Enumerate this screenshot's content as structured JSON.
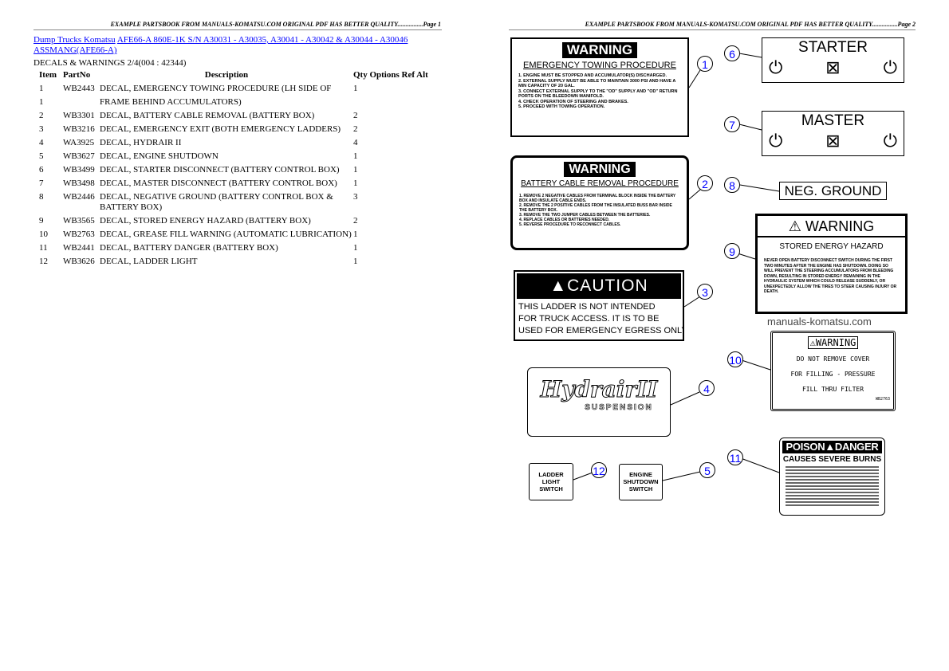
{
  "page1": {
    "header": "EXAMPLE PARTSBOOK FROM MANUALS-KOMATSU.COM ORIGINAL PDF HAS BETTER QUALITY................Page 1",
    "breadcrumb": {
      "link1": "Dump Trucks Komatsu",
      "link2": "AFE66-A 860E-1K S/N A30031 - A30035, A30041 - A30042 & A30044 - A30046 ASSMANG(AFE66-A)"
    },
    "section": "DECALS & WARNINGS 2/4(004 : 42344)",
    "columns": {
      "item": "Item",
      "partno": "PartNo",
      "description": "Description",
      "qty_opts": "Qty Options Ref Alt"
    },
    "rows": [
      {
        "item": "1",
        "partno": "WB2443",
        "description": "DECAL, EMERGENCY TOWING PROCEDURE (LH SIDE OF",
        "qty": "1"
      },
      {
        "item": "1",
        "partno": "",
        "description": "FRAME BEHIND ACCUMULATORS)",
        "qty": ""
      },
      {
        "item": "2",
        "partno": "WB3301",
        "description": "DECAL, BATTERY CABLE REMOVAL (BATTERY BOX)",
        "qty": "2"
      },
      {
        "item": "3",
        "partno": "WB3216",
        "description": "DECAL, EMERGENCY EXIT (BOTH EMERGENCY LADDERS)",
        "qty": "2"
      },
      {
        "item": "4",
        "partno": "WA3925",
        "description": "DECAL, HYDRAIR II",
        "qty": "4"
      },
      {
        "item": "5",
        "partno": "WB3627",
        "description": "DECAL, ENGINE SHUTDOWN",
        "qty": "1"
      },
      {
        "item": "6",
        "partno": "WB3499",
        "description": "DECAL, STARTER DISCONNECT (BATTERY CONTROL BOX)",
        "qty": "1"
      },
      {
        "item": "7",
        "partno": "WB3498",
        "description": "DECAL, MASTER DISCONNECT (BATTERY CONTROL BOX)",
        "qty": "1"
      },
      {
        "item": "8",
        "partno": "WB2446",
        "description": "DECAL, NEGATIVE GROUND (BATTERY CONTROL BOX & BATTERY BOX)",
        "qty": "3"
      },
      {
        "item": "9",
        "partno": "WB3565",
        "description": "DECAL, STORED ENERGY HAZARD (BATTERY BOX)",
        "qty": "2"
      },
      {
        "item": "10",
        "partno": "WB2763",
        "description": "DECAL, GREASE FILL WARNING (AUTOMATIC LUBRICATION)",
        "qty": "1"
      },
      {
        "item": "11",
        "partno": "WB2441",
        "description": "DECAL, BATTERY DANGER (BATTERY BOX)",
        "qty": "1"
      },
      {
        "item": "12",
        "partno": "WB3626",
        "description": "DECAL, LADDER LIGHT",
        "qty": "1"
      }
    ]
  },
  "page2": {
    "header": "EXAMPLE PARTSBOOK FROM MANUALS-KOMATSU.COM ORIGINAL PDF HAS BETTER QUALITY................Page 2",
    "watermark": "manuals-komatsu.com",
    "decals": {
      "d1": {
        "title": "WARNING",
        "sub": "EMERGENCY TOWING PROCEDURE",
        "lines": [
          "1. ENGINE MUST BE STOPPED AND ACCUMULATOR(S) DISCHARGED.",
          "2. EXTERNAL SUPPLY MUST BE ABLE TO MAINTAIN 3000 PSI AND HAVE A MIN CAPACITY OF 20 GAL.",
          "3. CONNECT EXTERNAL SUPPLY TO THE \"OD\" SUPPLY AND \"OD\" RETURN PORTS ON THE BLEEDOWN MANIFOLD.",
          "4. CHECK OPERATION OF STEERING AND BRAKES.",
          "5. PROCEED WITH TOWING OPERATION."
        ]
      },
      "d2": {
        "title": "WARNING",
        "sub": "BATTERY CABLE REMOVAL PROCEDURE",
        "lines": [
          "1. REMOVE 2 NEGATIVE CABLES FROM TERMINAL BLOCK INSIDE THE BATTERY BOX AND INSULATE CABLE ENDS.",
          "2. REMOVE THE 2 POSITIVE CABLES FROM THE INSULATED BUSS BAR INSIDE THE BATTERY BOX.",
          "3. REMOVE THE TWO JUMPER CABLES BETWEEN THE BATTERIES.",
          "4. REPLACE CABLES OR BATTERIES NEEDED.",
          "5. REVERSE PROCEDURE TO RECONNECT CABLES."
        ]
      },
      "d3": {
        "title": "CAUTION",
        "lines": [
          "THIS LADDER IS NOT INTENDED",
          "FOR TRUCK ACCESS.  IT IS TO BE",
          "USED FOR EMERGENCY EGRESS ONLY."
        ]
      },
      "d4": {
        "title": "HydrairII",
        "sub": "SUSPENSION"
      },
      "d5": {
        "lines": [
          "ENGINE",
          "SHUTDOWN",
          "SWITCH"
        ]
      },
      "d6": {
        "title": "STARTER"
      },
      "d7": {
        "title": "MASTER"
      },
      "d8": {
        "title": "NEG. GROUND"
      },
      "d9": {
        "title": "WARNING",
        "sub": "STORED ENERGY HAZARD",
        "body": "NEVER OPEN BATTERY DISCONNECT SWITCH DURING THE FIRST TWO MINUTES AFTER THE ENGINE HAS SHUTDOWN. DOING SO WILL PREVENT THE STEERING ACCUMULATORS FROM BLEEDING DOWN, RESULTING IN STORED ENERGY REMAINING IN THE HYDRAULIC SYSTEM WHICH COULD RELEASE SUDDENLY, OR UNEXPECTEDLY ALLOW THE TIRES TO STEER CAUSING INJURY OR DEATH."
      },
      "d10": {
        "title": "WARNING",
        "lines": [
          "DO NOT REMOVE COVER",
          "FOR FILLING - PRESSURE",
          "FILL THRU FILTER"
        ],
        "code": "WB2763"
      },
      "d11": {
        "title": "POISON",
        "title2": "DANGER",
        "sub": "CAUSES SEVERE BURNS"
      },
      "d12": {
        "lines": [
          "LADDER",
          "LIGHT",
          "SWITCH"
        ]
      }
    },
    "callouts": [
      "1",
      "2",
      "3",
      "4",
      "5",
      "6",
      "7",
      "8",
      "9",
      "10",
      "11",
      "12"
    ]
  }
}
